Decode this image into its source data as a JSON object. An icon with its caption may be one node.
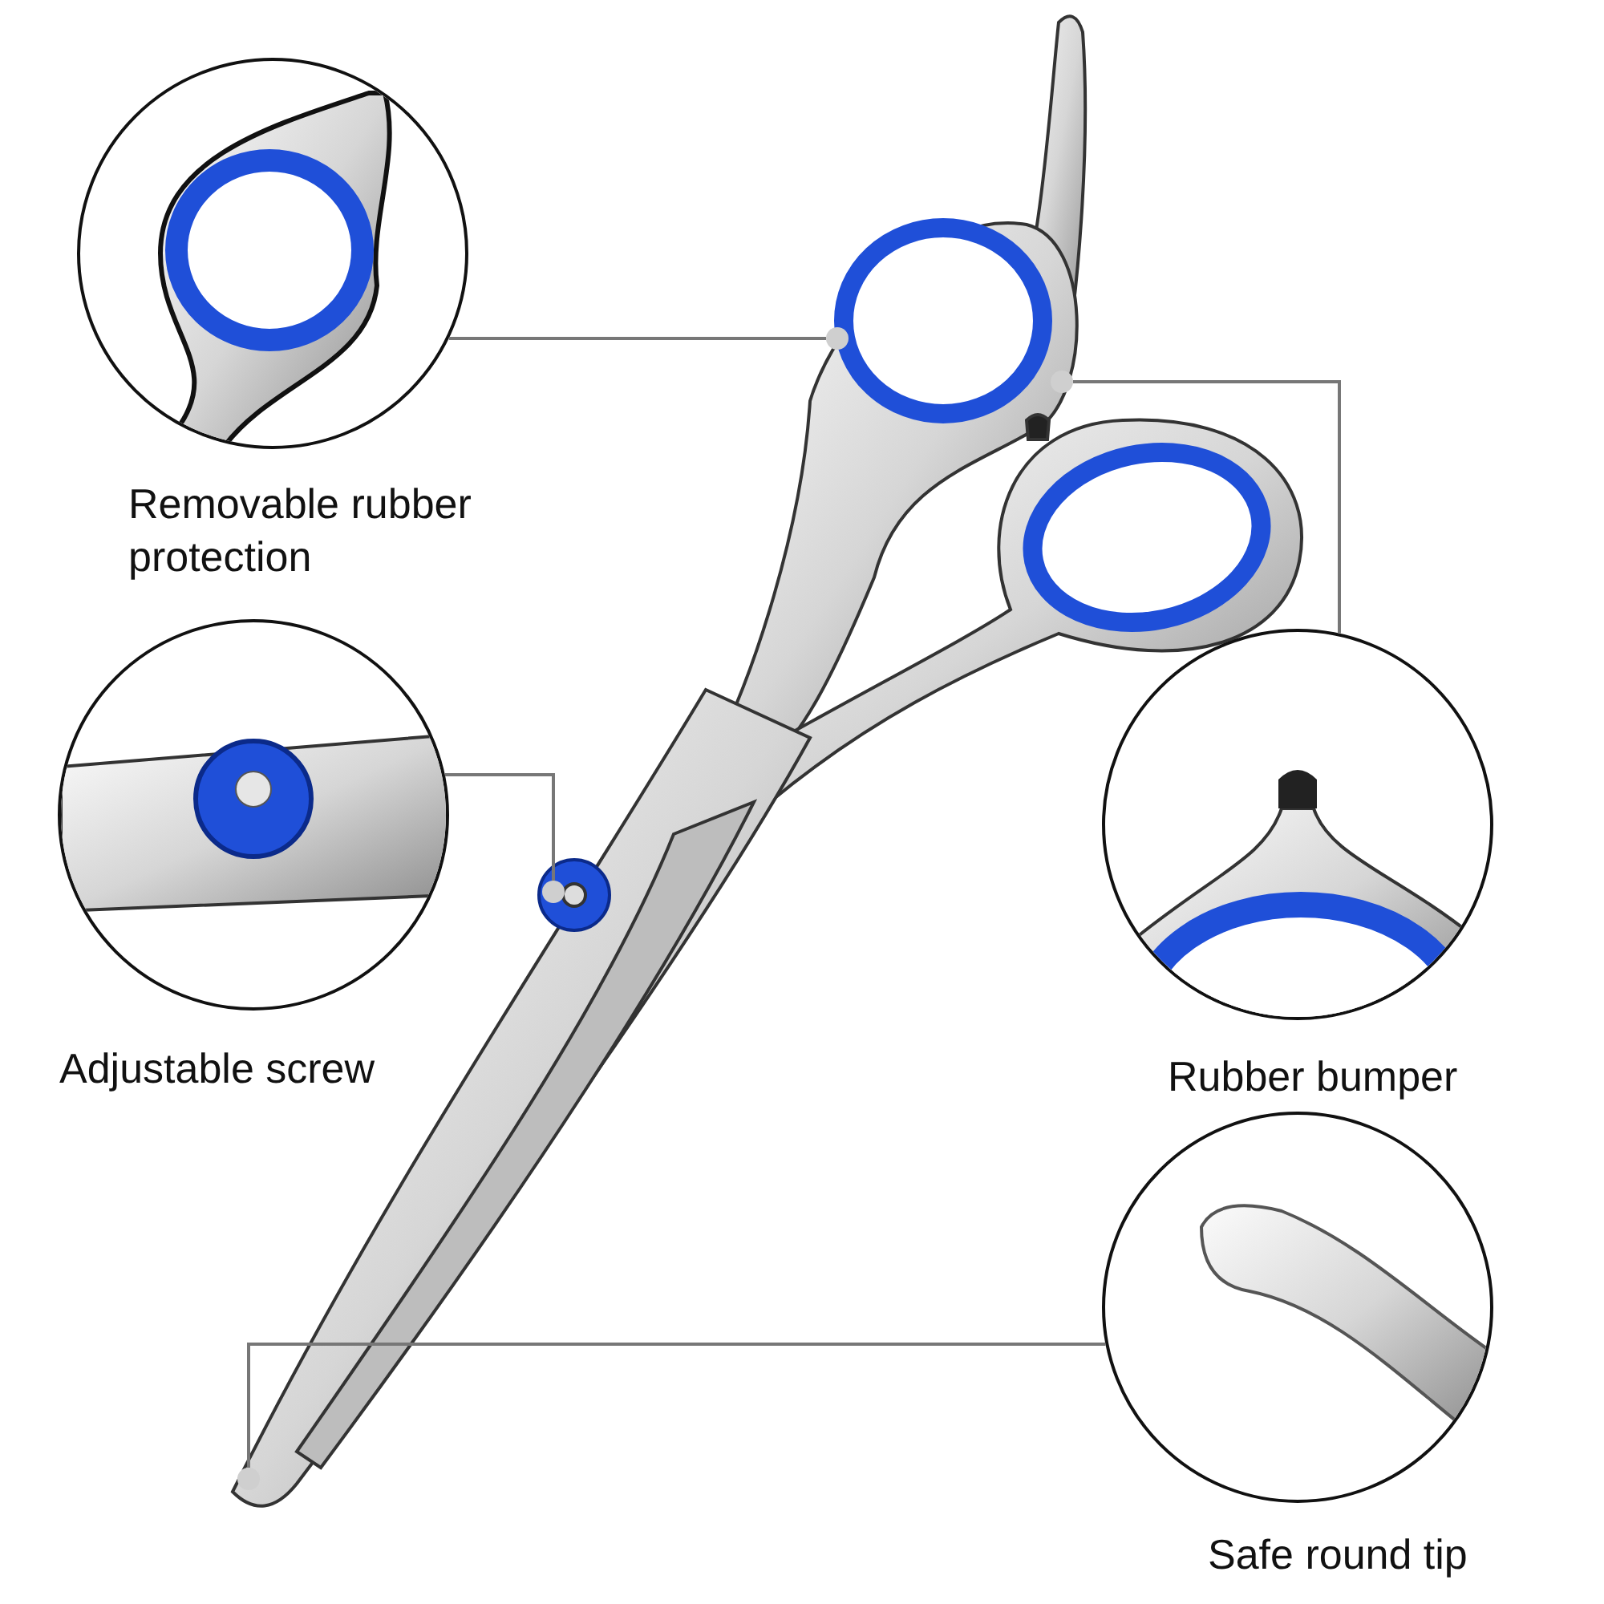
{
  "diagram": {
    "nodes": [
      {
        "text": [
          "Removable rubber protection"
        ]
      },
      {
        "text": [],
        "shape": "circle"
      },
      {
        "text": [],
        "shape": "circle"
      },
      {
        "text": [
          "Adjustable screw"
        ]
      },
      {
        "text": [],
        "shape": "circle"
      },
      {
        "text": [
          "Rubber bumper"
        ]
      },
      {
        "text": [
          "Safe round tip"
        ]
      },
      {
        "text": [],
        "shape": "circle"
      }
    ],
    "edges": [
      {
        "from": 0,
        "to": 1,
        "arrow": "none"
      },
      {
        "from": 3,
        "to": 4,
        "arrow": "none"
      },
      {
        "from": 5,
        "to": 2,
        "arrow": "none"
      },
      {
        "from": 6,
        "to": 7,
        "arrow": "none"
      }
    ]
  }
}
